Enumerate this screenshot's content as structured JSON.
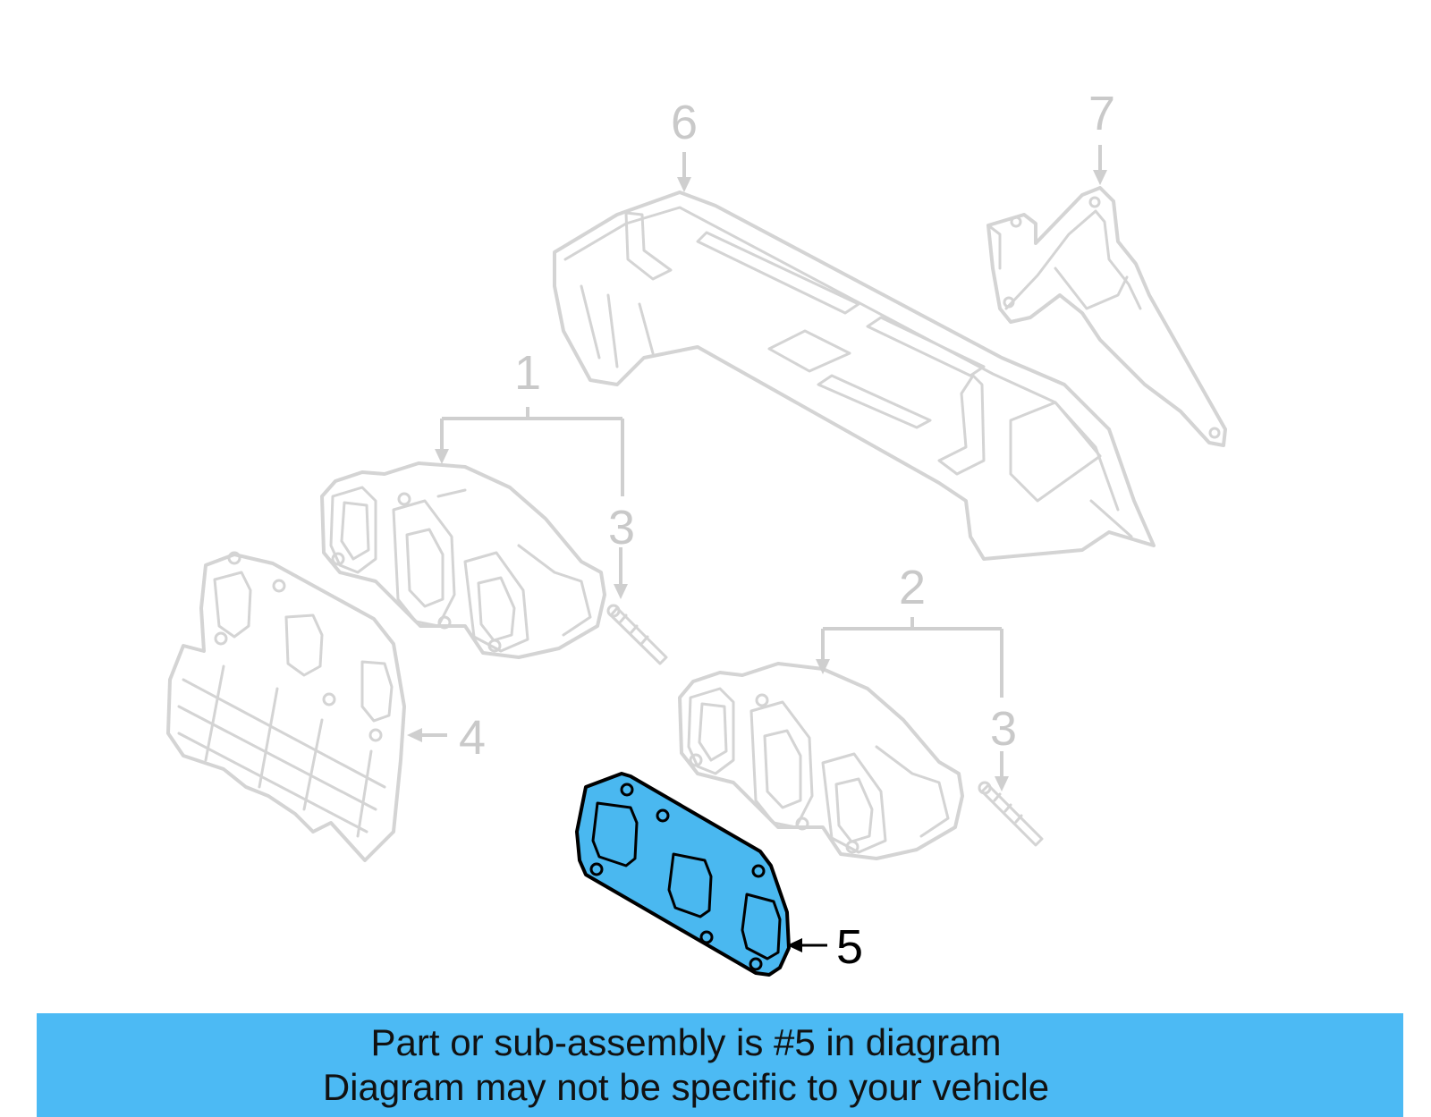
{
  "diagram": {
    "callouts": {
      "part_1": "1",
      "part_2": "2",
      "part_3_upper": "3",
      "part_3_lower": "3",
      "part_4": "4",
      "part_5": "5",
      "part_6": "6",
      "part_7": "7"
    },
    "highlighted_part": "5",
    "colors": {
      "highlight": "#4ab8f0",
      "ghost_lines": "#d4d4d4",
      "banner": "#4cbaf4"
    }
  },
  "banner": {
    "line1": "Part or sub-assembly is #5 in diagram",
    "line2": "Diagram may not be specific to your vehicle"
  }
}
